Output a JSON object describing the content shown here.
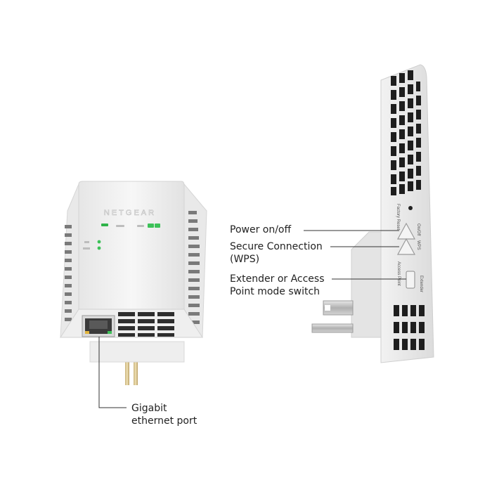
{
  "front_device": {
    "brand_text": "NETGEAR"
  },
  "callouts": {
    "power": {
      "line1": "Power on/off"
    },
    "wps": {
      "line1": "Secure Connection",
      "line2": "(WPS)"
    },
    "mode": {
      "line1": "Extender or Access",
      "line2": "Point mode switch"
    },
    "ethernet": {
      "line1": "Gigabit",
      "line2": "ethernet port"
    }
  },
  "side_device": {
    "factory_reset_label": "Factory Reset",
    "on_off_label": "On/Off",
    "wps_label": "WPS",
    "access_point_label": "Access Point",
    "extender_label": "Extender"
  }
}
